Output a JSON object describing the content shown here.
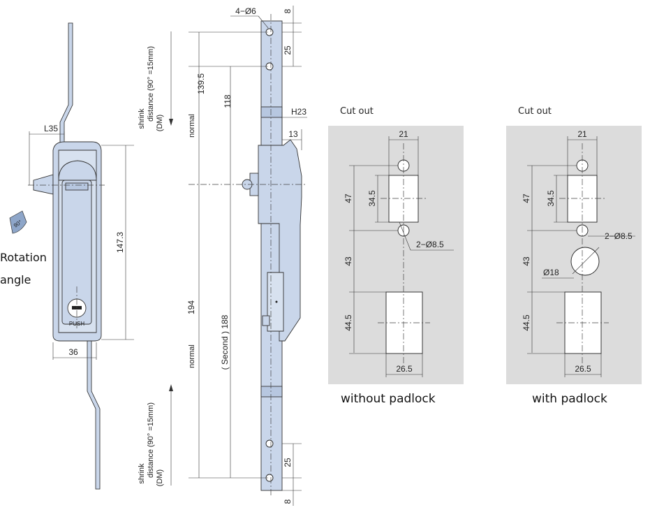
{
  "left_view": {
    "l35": "L35",
    "d147": "147.3",
    "d36": "36",
    "push": "PUSH",
    "rot_deg": "90°",
    "rotation_line1": "Rotation",
    "rotation_line2": "angle"
  },
  "middle_view": {
    "holes4": "4−Ø6",
    "d8_top": "8",
    "d25_top": "25",
    "d139": "139.5",
    "d118": "118",
    "h23": "H23",
    "d13": "13",
    "normal_top": "normal",
    "normal_bottom": "normal",
    "d194": "194",
    "second188": "( Second ) 188",
    "d25_bot": "25",
    "d8_bot": "8",
    "shrink_top": [
      "shrink",
      "distance  (90°  =15mm)",
      "(DM)"
    ],
    "shrink_bottom": [
      "shrink",
      "distance  (90°  =15mm)",
      "(DM)"
    ]
  },
  "cutout_a": {
    "title": "Cut out",
    "d21": "21",
    "d47": "47",
    "d345": "34.5",
    "holes": "2−Ø8.5",
    "d43": "43",
    "d445": "44.5",
    "d265": "26.5",
    "caption": "without padlock"
  },
  "cutout_b": {
    "title": "Cut out",
    "d21": "21",
    "d47": "47",
    "d345": "34.5",
    "holes": "2−Ø8.5",
    "d43": "43",
    "d18": "Ø18",
    "d445": "44.5",
    "d265": "26.5",
    "caption": "with padlock"
  },
  "colors": {
    "part_fill": "#c9d6ea",
    "panel_fill": "#dcdcdc"
  }
}
